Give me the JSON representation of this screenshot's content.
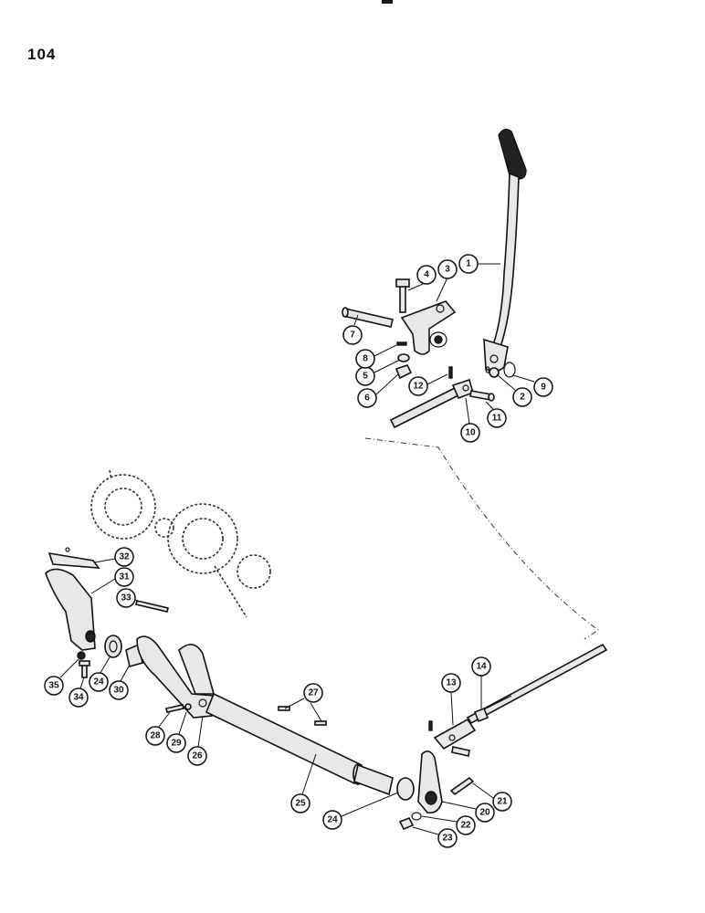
{
  "page": {
    "number": "104"
  },
  "callouts": [
    {
      "label": "1"
    },
    {
      "label": "2"
    },
    {
      "label": "3"
    },
    {
      "label": "4"
    },
    {
      "label": "5"
    },
    {
      "label": "6"
    },
    {
      "label": "7"
    },
    {
      "label": "8"
    },
    {
      "label": "9"
    },
    {
      "label": "10"
    },
    {
      "label": "11"
    },
    {
      "label": "12"
    },
    {
      "label": "13"
    },
    {
      "label": "14"
    },
    {
      "label": "20"
    },
    {
      "label": "21"
    },
    {
      "label": "22"
    },
    {
      "label": "23"
    },
    {
      "label": "24"
    },
    {
      "label": "24"
    },
    {
      "label": "25"
    },
    {
      "label": "26"
    },
    {
      "label": "27"
    },
    {
      "label": "28"
    },
    {
      "label": "29"
    },
    {
      "label": "30"
    },
    {
      "label": "31"
    },
    {
      "label": "32"
    },
    {
      "label": "33"
    },
    {
      "label": "34"
    },
    {
      "label": "35"
    }
  ]
}
